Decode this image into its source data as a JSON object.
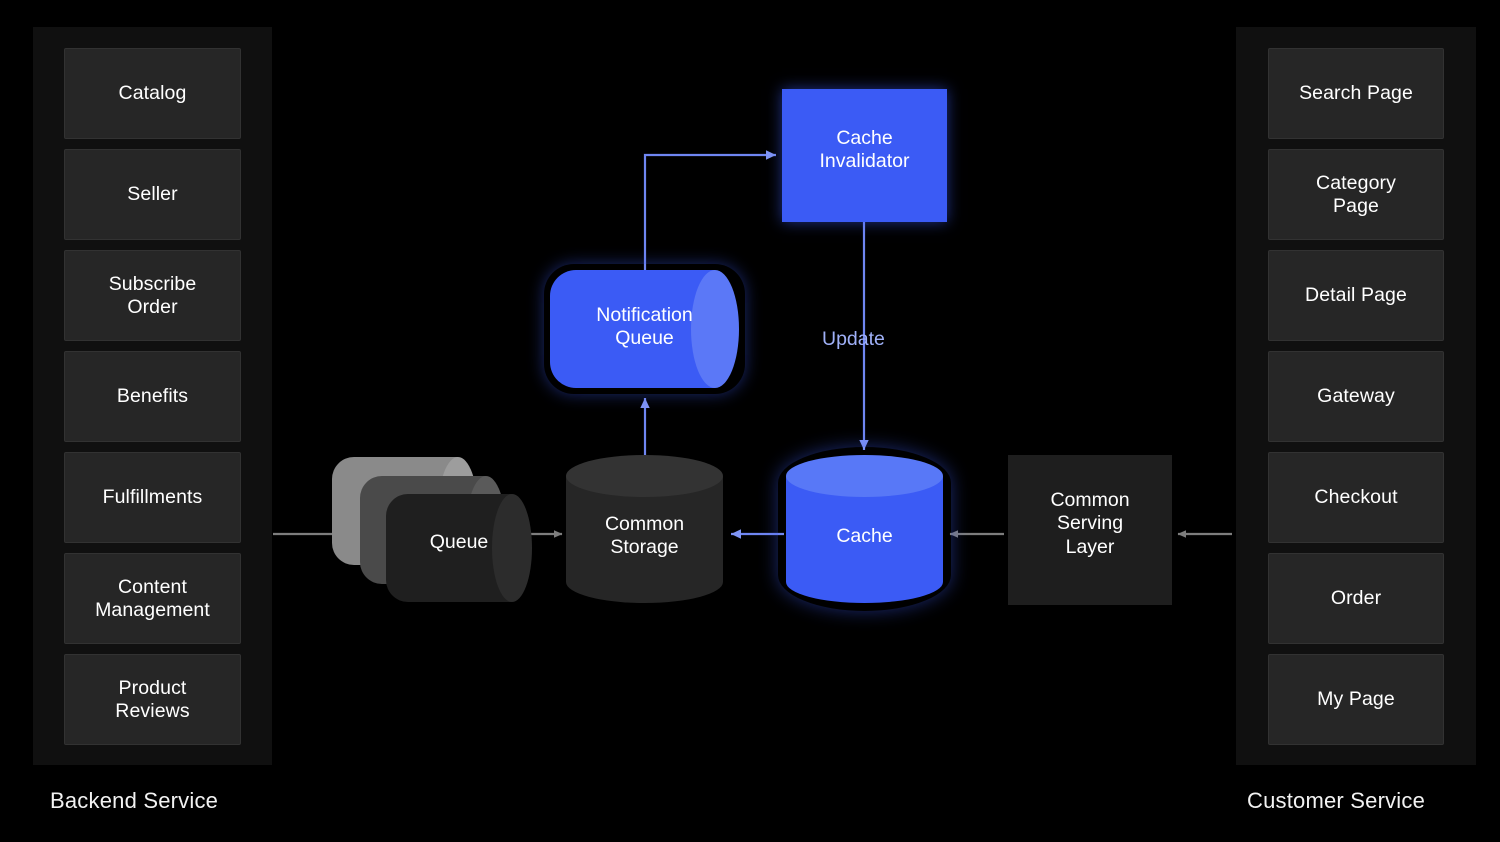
{
  "canvas": {
    "background": "#000000",
    "accent_blue": "#3b5bf5",
    "accent_blue_light": "#5b78f7",
    "node_gray": "#262626",
    "panel_bg": "#101010",
    "label_blue": "#9fb0f7",
    "text": "#ffffff"
  },
  "backend": {
    "caption": "Backend Service",
    "items": [
      {
        "label": "Catalog"
      },
      {
        "label": "Seller"
      },
      {
        "label": "Subscribe\nOrder"
      },
      {
        "label": "Benefits"
      },
      {
        "label": "Fulfillments"
      },
      {
        "label": "Content\nManagement"
      },
      {
        "label": "Product\nReviews"
      }
    ]
  },
  "customer": {
    "caption": "Customer Service",
    "items": [
      {
        "label": "Search Page"
      },
      {
        "label": "Category\nPage"
      },
      {
        "label": "Detail Page"
      },
      {
        "label": "Gateway"
      },
      {
        "label": "Checkout"
      },
      {
        "label": "Order"
      },
      {
        "label": "My Page"
      }
    ]
  },
  "nodes": {
    "cache_invalidator": "Cache\nInvalidator",
    "notification_queue": "Notification\nQueue",
    "queue": "Queue",
    "common_storage": "Common\nStorage",
    "cache": "Cache",
    "common_serving_layer": "Common\nServing\nLayer"
  },
  "connectors": {
    "update": "Update"
  }
}
